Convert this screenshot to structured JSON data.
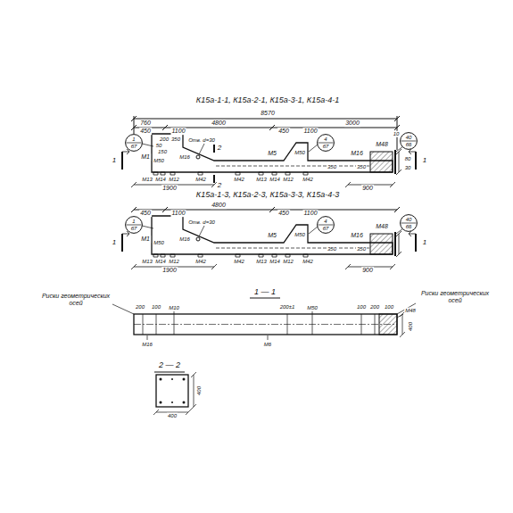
{
  "diagram": {
    "nodes": [
      {
        "text": [
          "1",
          "б7"
        ]
      },
      {
        "text": [
          "4",
          "б7"
        ]
      },
      {
        "text": [
          "40",
          "б6"
        ]
      },
      {
        "text": [
          "1",
          "б7"
        ]
      },
      {
        "text": [
          "4",
          "б7"
        ]
      },
      {
        "text": [
          "40",
          "б6"
        ]
      }
    ],
    "labels": [
      "К15а-1-1, К15а-2-1, К15а-3-1, К15а-4-1",
      "8570",
      "760",
      "4800",
      "3000",
      "450",
      "1100",
      "450",
      "1100",
      "10",
      "200",
      "350",
      "50",
      "150",
      "Отв. d=30",
      "М1",
      "М50",
      "М16",
      "М5",
      "М50",
      "М16",
      "М48",
      "80",
      "30",
      "350",
      "350",
      "М13",
      "М14",
      "М12",
      "М42",
      "М42",
      "М13",
      "М14",
      "М12",
      "М42",
      "1900",
      "900",
      "1",
      "1",
      "2",
      "2",
      "К15а-1-3, К15а-2-3, К15а-3-3, К15а-4-3",
      "4800",
      "450",
      "1100",
      "450",
      "1100",
      "Отв. d=30",
      "М1",
      "М50",
      "М16",
      "М5",
      "М50",
      "М16",
      "М48",
      "350",
      "350",
      "М13",
      "М14",
      "М12",
      "М42",
      "М42",
      "М13",
      "М14",
      "М12",
      "М42",
      "1900",
      "900",
      "1",
      "1",
      "1 — 1",
      "Риски геометрических осей",
      "Риски геометрических осей",
      "200",
      "100",
      "М10",
      "200±1",
      "М50",
      "100",
      "200",
      "100",
      "М48",
      "400",
      "М16",
      "М6",
      "2 — 2",
      "400",
      "400"
    ]
  }
}
